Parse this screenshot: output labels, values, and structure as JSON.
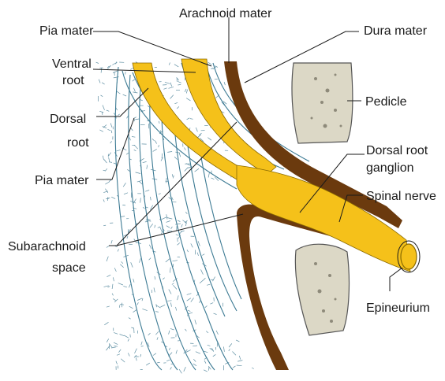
{
  "labels": {
    "arachnoid_mater": "Arachnoid mater",
    "pia_mater_top": "Pia mater",
    "dura_mater": "Dura mater",
    "ventral_root_1": "Ventral",
    "ventral_root_2": "root",
    "pedicle": "Pedicle",
    "dorsal_root_1": "Dorsal",
    "dorsal_root_2": "root",
    "pia_mater_left": "Pia mater",
    "dorsal_root_ganglion_1": "Dorsal root",
    "dorsal_root_ganglion_2": "ganglion",
    "spinal_nerve": "Spinal nerve",
    "subarachnoid_space_1": "Subarachnoid",
    "subarachnoid_space_2": "space",
    "epineurium": "Epineurium"
  },
  "colors": {
    "dura": "#6b3a0e",
    "nerve": "#f5c11a",
    "nerve_outline": "#8a6a00",
    "fibre": "#3c7a93",
    "bone": "#dcd8c6",
    "bone_outline": "#555555",
    "hatch": "#5f8fa3"
  }
}
